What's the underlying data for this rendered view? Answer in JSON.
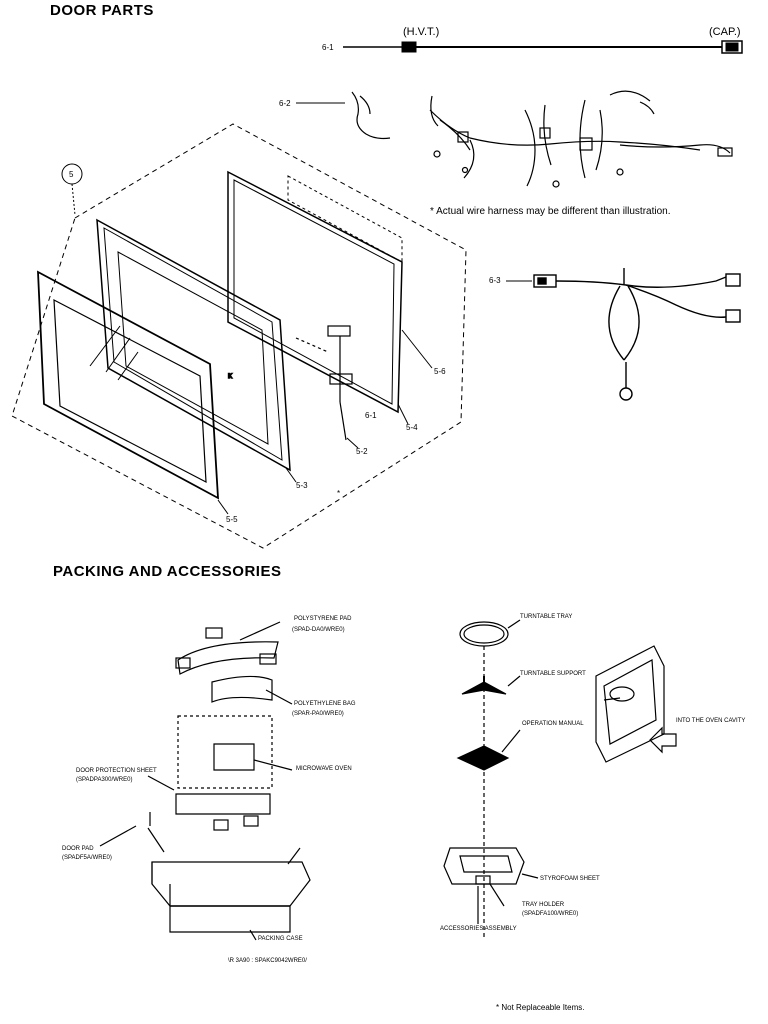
{
  "door_parts": {
    "title": "DOOR PARTS",
    "hvt_label": "(H.V.T.)",
    "cap_label": "(CAP.)",
    "harness_note": "* Actual wire harness may be different than illustration.",
    "callouts": {
      "c6_1_top": "6-1",
      "c6_2_top": "6-2",
      "c6_3": "6-3",
      "c5": "5",
      "c5_6": "5-6",
      "c5_4": "5-4",
      "c6_1_mid": "6-1",
      "c5_2": "5-2",
      "c5_3": "5-3",
      "c5_5": "5-5",
      "star": "*"
    }
  },
  "packing": {
    "title": "PACKING AND ACCESSORIES",
    "labels": {
      "polystyrene_pad": "POLYSTYRENE PAD",
      "polystyrene_pad_code": "(SPAD-DA0/WRE0)",
      "polyethylene_bag": "POLYETHYLENE BAG",
      "polyethylene_bag_code": "(SPAR-PA0/WRE0)",
      "microwave_oven": "MICROWAVE OVEN",
      "door_protection_sheet": "DOOR PROTECTION SHEET",
      "door_protection_code": "(SPADPA300/WRE0)",
      "door_pad": "DOOR PAD",
      "door_pad_code": "(SPADF5A/WRE0)",
      "packing_case": "PACKING CASE",
      "packing_case_code": "\\R 3A90 : SPAKC9042WRE0/",
      "turntable_tray": "TURNTABLE TRAY",
      "turntable_support": "TURNTABLE SUPPORT",
      "operation_manual": "OPERATION MANUAL",
      "into_oven_cavity": "INTO THE OVEN CAVITY",
      "styrofoam_sheet": "STYROFOAM SHEET",
      "tray_holder": "TRAY HOLDER",
      "tray_holder_code": "(SPADFA100/WRE0)",
      "accessories_assembly": "ACCESSORIES ASSEMBLY",
      "not_replaceable": "* Not Replaceable Items."
    }
  }
}
